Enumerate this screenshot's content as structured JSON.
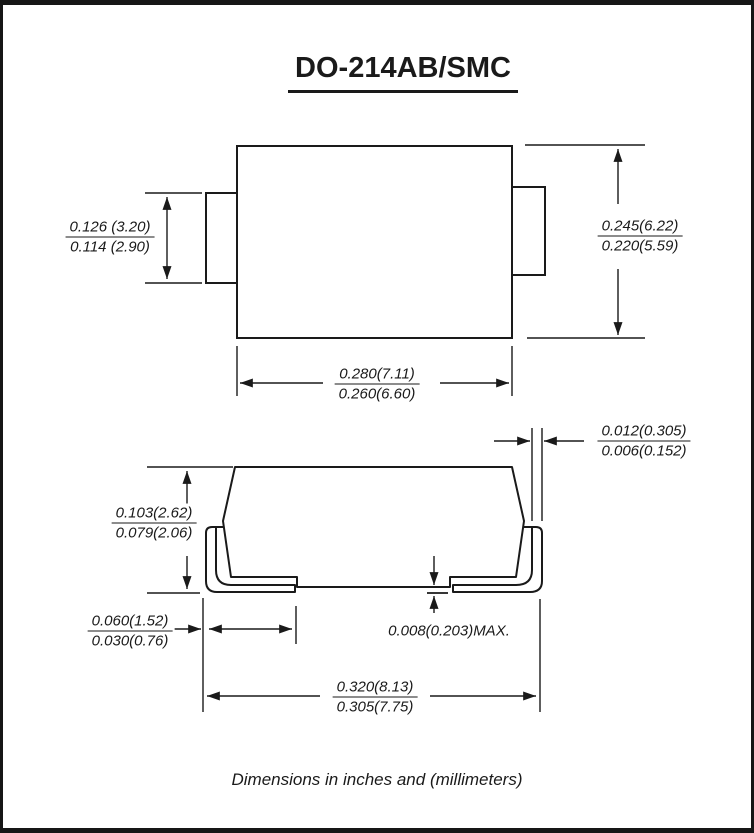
{
  "page": {
    "title": "DO-214AB/SMC",
    "caption": "Dimensions in inches and (millimeters)"
  },
  "colors": {
    "line": "#1a1a1a",
    "background": "#ffffff"
  },
  "dimensions": {
    "top_view_tab_height": {
      "top": "0.126 (3.20)",
      "bottom": "0.114 (2.90)"
    },
    "top_view_body_height": {
      "top": "0.245(6.22)",
      "bottom": "0.220(5.59)"
    },
    "top_view_body_width": {
      "top": "0.280(7.11)",
      "bottom": "0.260(6.60)"
    },
    "side_view_lead_thickness": {
      "top": "0.012(0.305)",
      "bottom": "0.006(0.152)"
    },
    "side_view_body_height": {
      "top": "0.103(2.62)",
      "bottom": "0.079(2.06)"
    },
    "side_view_foot_length": {
      "top": "0.060(1.52)",
      "bottom": "0.030(0.76)"
    },
    "side_view_standoff": {
      "value": "0.008(0.203)MAX."
    },
    "side_view_overall_width": {
      "top": "0.320(8.13)",
      "bottom": "0.305(7.75)"
    }
  }
}
